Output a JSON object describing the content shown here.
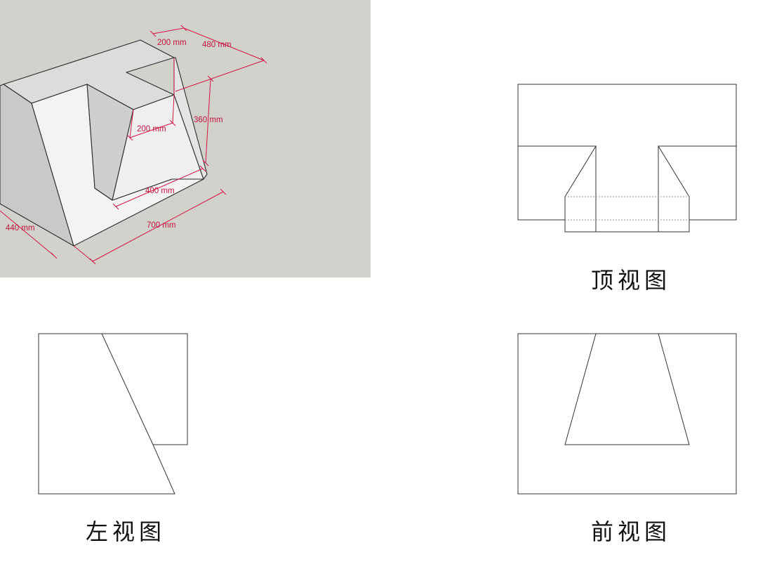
{
  "colors": {
    "viewport_bg": "#d2d2cd",
    "dimension": "#d4163f",
    "face_light": "#f2f2f2",
    "face_mid": "#dcdcdc",
    "face_dark": "#c6c6c6",
    "line": "#2a2a2a"
  },
  "model_dimensions": {
    "width_top": "200 mm",
    "depth_total": "480 mm",
    "height": "360 mm",
    "slot_width": "200 mm",
    "base_front": "400 mm",
    "length": "700 mm",
    "depth_side": "440 mm"
  },
  "views": {
    "top": "顶视图",
    "left": "左视图",
    "front": "前视图"
  }
}
